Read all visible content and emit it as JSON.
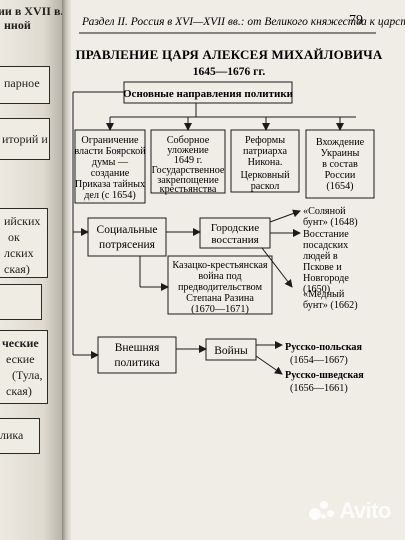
{
  "left_page": {
    "fragments": [
      "ии в XVII в.",
      "нной",
      "парное",
      "иторий и",
      "ийских",
      "ок",
      "лских",
      "ская)",
      "ческие",
      "еские",
      "(Тула,",
      "ская)",
      "лика"
    ]
  },
  "header": {
    "running_title": "Раздел II. Россия в XVI—XVII вв.: от Великого княжества к царству",
    "page_number": "79"
  },
  "diagram": {
    "title": "ПРАВЛЕНИЕ ЦАРЯ АЛЕКСЕЯ МИХАЙЛОВИЧА",
    "years": "1645—1676 гг.",
    "main_directions": "Основные направления политики",
    "policy_boxes": [
      [
        "Ограничение",
        "власти Боярской",
        "думы —",
        "создание",
        "Приказа тайных",
        "дел (с 1654)"
      ],
      [
        "Соборное",
        "уложение",
        "1649 г.",
        "Государственное",
        "закрепощение",
        "крестьянства"
      ],
      [
        "Реформы",
        "патриарха",
        "Никона.",
        "",
        "Церковный",
        "раскол"
      ],
      [
        "Вхождение",
        "Украины",
        "в состав",
        "России",
        "(1654)"
      ]
    ],
    "social": [
      "Социальные",
      "потрясения"
    ],
    "urban": [
      "Городские",
      "восстания"
    ],
    "cossack": [
      "Казацко-крестьянская",
      "война под",
      "предводительством",
      "Степана Разина",
      "(1670—1671)"
    ],
    "uprisings": [
      [
        "«Соляной",
        "бунт» (1648)"
      ],
      [
        "Восстание",
        "посадских",
        "людей в",
        "Пскове и",
        "Новгороде",
        "(1650)"
      ],
      [
        "«Медный",
        "бунт» (1662)"
      ]
    ],
    "foreign": [
      "Внешняя",
      "политика"
    ],
    "wars": "Войны",
    "war_list": [
      {
        "name": "Русско-польская",
        "years": "(1654—1667)"
      },
      {
        "name": "Русско-шведская",
        "years": "(1656—1661)"
      }
    ]
  },
  "watermark": {
    "text": "Avito"
  },
  "colors": {
    "paper": "#efede6",
    "ink": "#1c1b19"
  }
}
